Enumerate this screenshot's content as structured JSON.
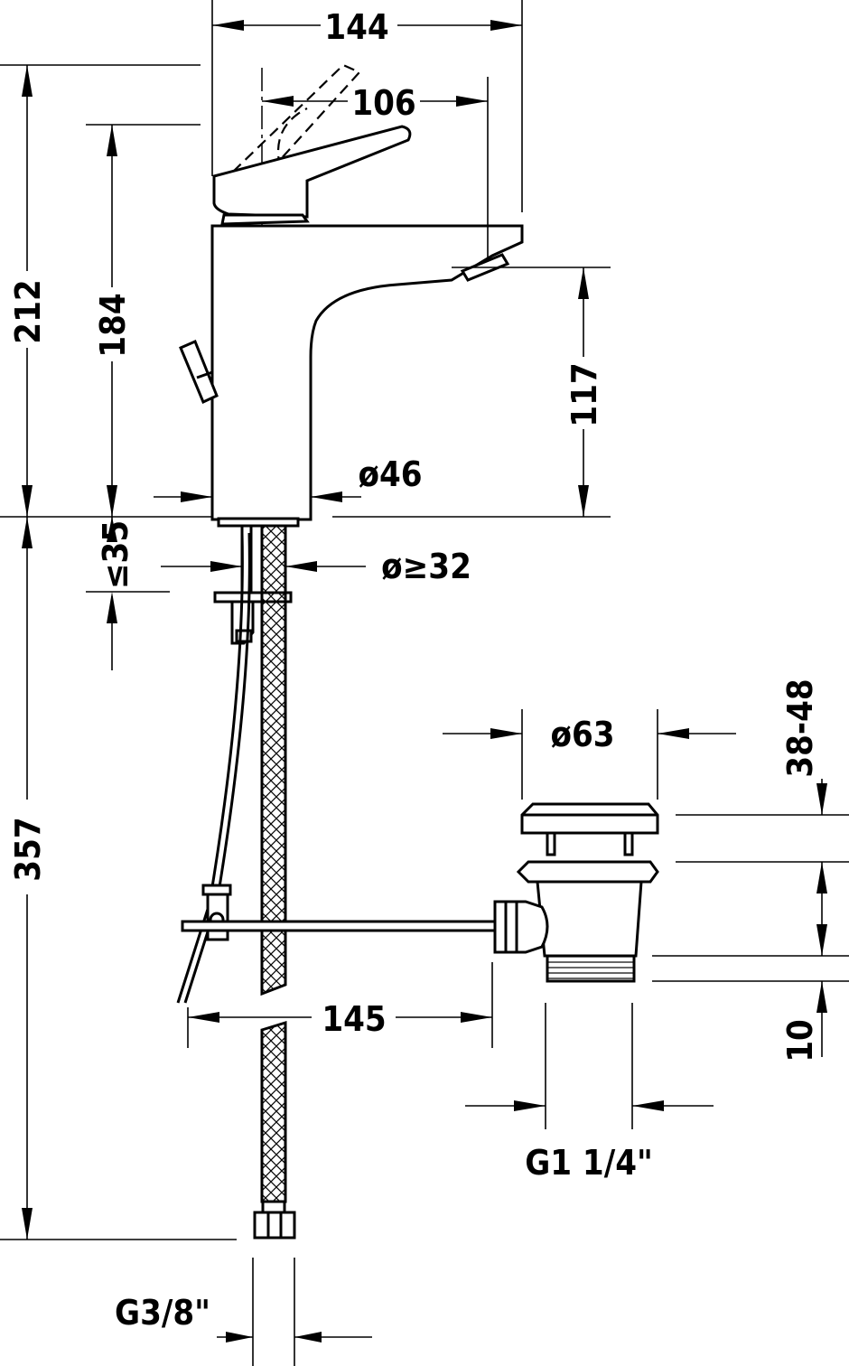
{
  "labels": {
    "dim_width_total": "144",
    "dim_spout_reach": "106",
    "dim_total_height": "212",
    "dim_body_height": "184",
    "dim_spout_height": "117",
    "dim_body_diameter": "ø46",
    "dim_hole_diameter": "ø≥32",
    "dim_deck_thickness": "≤35",
    "dim_drain_diameter": "ø63",
    "dim_drain_height": "38-48",
    "dim_thread_length": "10",
    "dim_rod_length": "145",
    "dim_hose_length": "357",
    "thread_drain": "G1 1/4\"",
    "thread_hose": "G3/8\""
  }
}
